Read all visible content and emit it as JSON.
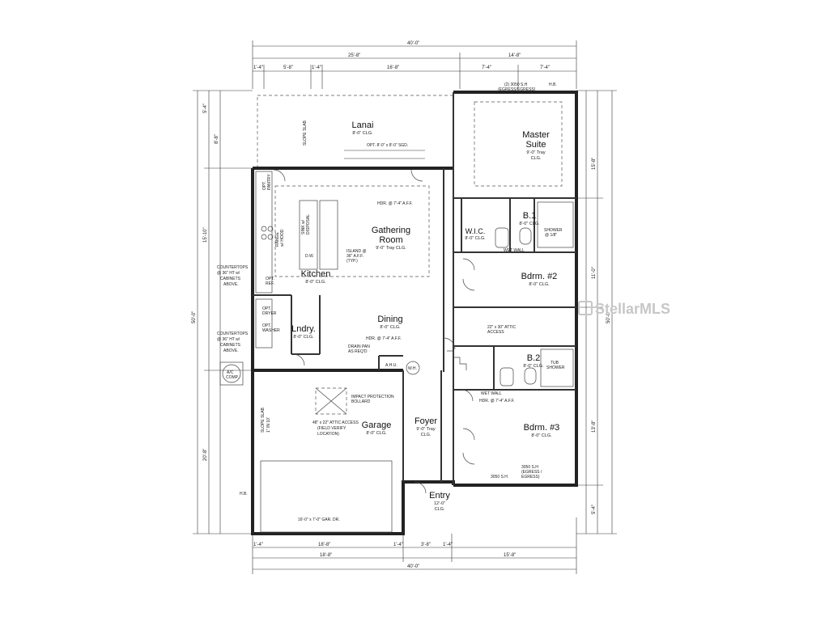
{
  "rooms": {
    "lanai": {
      "name": "Lanai",
      "ceiling": "8'-0\" CLG."
    },
    "master": {
      "name1": "Master",
      "name2": "Suite",
      "ceiling1": "9'-0\" Tray",
      "ceiling2": "CLG."
    },
    "gathering": {
      "name1": "Gathering",
      "name2": "Room",
      "ceiling": "9'-0\" Tray CLG."
    },
    "kitchen": {
      "name": "Kitchen",
      "ceiling": "8'-0\" CLG."
    },
    "dining": {
      "name": "Dining",
      "ceiling": "8'-0\" CLG."
    },
    "laundry": {
      "name": "Lndry.",
      "ceiling": "8'-0\" CLG."
    },
    "garage": {
      "name": "Garage",
      "ceiling": "8'-0\" CLG."
    },
    "foyer": {
      "name": "Foyer",
      "ceiling1": "9'-0\" Tray",
      "ceiling2": "CLG."
    },
    "entry": {
      "name": "Entry",
      "ceiling1": "12'-0\"",
      "ceiling2": "CLG."
    },
    "wic": {
      "name": "W.I.C.",
      "ceiling": "8'-0\" CLG."
    },
    "b1": {
      "name": "B.1",
      "ceiling": "8'-0\" CLG."
    },
    "bdrm2": {
      "name": "Bdrm. #2",
      "ceiling": "8'-0\" CLG."
    },
    "b2": {
      "name": "B.2",
      "ceiling": "8'-0\" CLG."
    },
    "bdrm3": {
      "name": "Bdrm. #3",
      "ceiling": "8'-0\" CLG."
    }
  },
  "dimensions": {
    "overall_top": "40'-0\"",
    "top_left": "25'-8\"",
    "top_right": "14'-8\"",
    "top_row": [
      "1'-4\"",
      "5'-8\"",
      "1'-4\"",
      "16'-8\"",
      "7'-4\"",
      "7'-4\""
    ],
    "overall_bottom": "40'-0\"",
    "bottom_left": "18'-8\"",
    "bottom_right": "15'-8\"",
    "bottom_row": [
      "1'-4\"",
      "18'-8\"",
      "1'-4\"",
      "3'-8\"",
      "1'-4\""
    ],
    "left_overall": "50'-0\"",
    "left_parts": [
      "5'-4\"",
      "8'-8\"",
      "15'-10\"",
      "20'-8\""
    ],
    "right_overall": "50'-0\"",
    "right_parts": [
      "15'-8\"",
      "11'-0\"",
      "13'-8\"",
      "5'-4\""
    ]
  },
  "notes": {
    "countertops_1": [
      "COUNTERTOPS",
      "@ 36\" HT w/",
      "CABINETS",
      "ABOVE."
    ],
    "countertops_2": [
      "COUNTERTOPS",
      "@ 36\" HT w/",
      "CABINETS",
      "ABOVE."
    ],
    "ac": [
      "A/C",
      "COMP."
    ],
    "opt_sgd": "OPT. 8'-0\" x 8'-0\" SGD.",
    "window_3050": "(2) 3050 S.H",
    "egress": "(EGRESS/EGRESS)",
    "hb": "H.B.",
    "hdr1": "HDR. @ 7'-4\" A.F.F.",
    "hdr2": "HDR. @ 7'-4\" A.F.F.",
    "hdr3": "HDR. @ 7'-4\" A.F.F.",
    "island": [
      "ISLAND @",
      "36\" A.F.F.",
      "(TYP.)"
    ],
    "wet_wall": "WET WALL",
    "opt_dryer": [
      "OPT.",
      "DRYER"
    ],
    "opt_washer": [
      "OPT.",
      "WASHER"
    ],
    "opt_ref": [
      "OPT.",
      "REF."
    ],
    "dw": "D.W.",
    "drain_pan": [
      "DRAIN PAN",
      "AS REQ'D"
    ],
    "ahu": "A.H.U.",
    "wh": "W.H.",
    "impact": [
      "IMPACT PROTECTION",
      "BOLLARD"
    ],
    "attic_garage": [
      "48\" x 22\" ATTIC ACCESS",
      "(FIELD VERIFY",
      "LOCATION)"
    ],
    "attic_hall": [
      "22\" x 30\" ATTIC",
      "ACCESS"
    ],
    "slope_slab": [
      "SLOPE SLAB",
      "1\" IN 10'"
    ],
    "garage_door": "16'-0\" x 7'-0\" GAR. DR.",
    "shower": [
      "SHOWER",
      "@ 1/8\""
    ],
    "tub_shower": [
      "TUB",
      "SHOWER"
    ],
    "window_bd3": [
      "3050 S.H",
      "(EGRESS /",
      "EGRESS)"
    ],
    "window_bd3b": "3050 S.H",
    "sink_area": [
      "SINK w/",
      "DISPOSAL"
    ],
    "pantry": [
      "OPT.",
      "PANTRY"
    ],
    "range": [
      "RANGE",
      "w/ HOOD"
    ]
  },
  "watermark": "StellarMLS"
}
